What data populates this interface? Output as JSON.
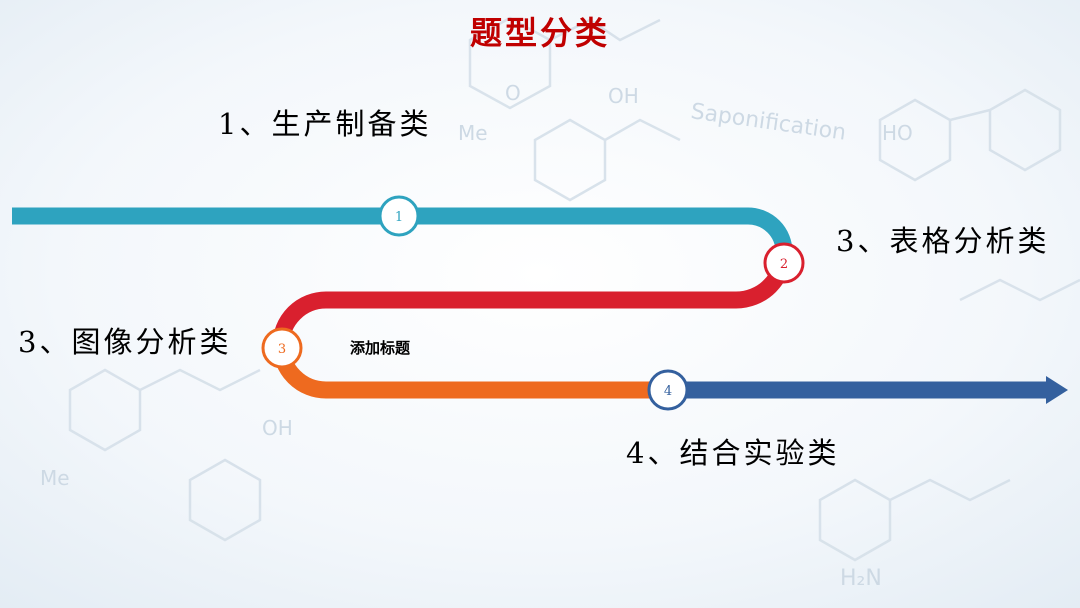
{
  "title": "题型分类",
  "categories": [
    {
      "label": "1、生产制备类"
    },
    {
      "label": "3、表格分析类"
    },
    {
      "label": "3、图像分析类"
    },
    {
      "label": "4、结合实验类"
    }
  ],
  "placeholder_title": "添加标题",
  "markers": [
    "1",
    "2",
    "3",
    "4"
  ],
  "background_text": [
    "Saponification",
    "HO",
    "OH",
    "Me",
    "O",
    "H₂N"
  ],
  "colors": {
    "title": "#c00000",
    "segment_1": "#2ea3bf",
    "segment_2": "#d9202e",
    "segment_3": "#ee6a1f",
    "segment_4": "#34609e"
  }
}
